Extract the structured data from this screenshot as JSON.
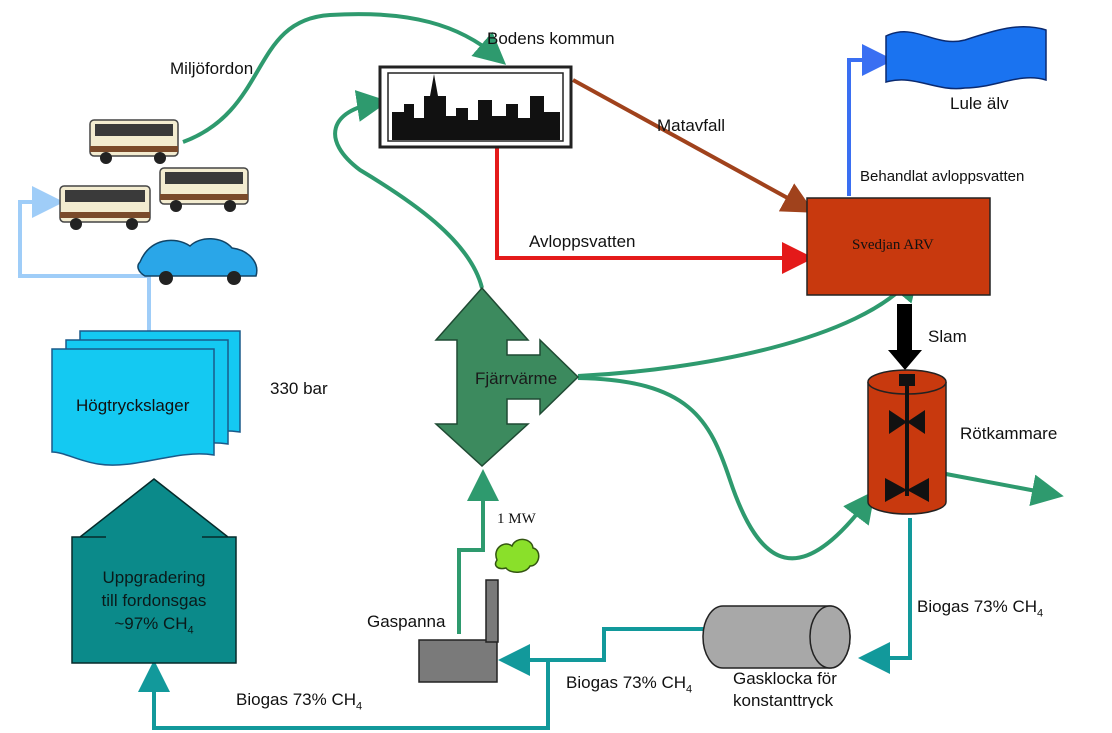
{
  "colors": {
    "green_arrow": "#2e9a6e",
    "teal_arrow": "#12999b",
    "red_arrow": "#e41a1a",
    "brown_arrow": "#a0421c",
    "blue_arrow": "#3a6ff2",
    "light_blue_arrow": "#9fcdf8",
    "svedjan_fill": "#c8390e",
    "upgrade_fill": "#0b8a8a",
    "storage_fill": "#14c9f2",
    "heat_fill": "#3c8a5e",
    "river_fill": "#1a73f0",
    "tank_fill": "#c8390e",
    "boiler_fill": "#7a7a7a",
    "smoke_fill": "#8ae02a"
  },
  "nodes": {
    "bodens_kommun": "Bodens kommun",
    "miljofordon": "Miljöfordon",
    "matavfall": "Matavfall",
    "lule_alv": "Lule älv",
    "behandlat": "Behandlat avloppsvatten",
    "svedjan": "Svedjan ARV",
    "avloppsvatten": "Avloppsvatten",
    "slam": "Slam",
    "fjarrvarme": "Fjärrvärme",
    "rotkammare": "Rötkammare",
    "hogtryckslager": "Högtryckslager",
    "bar_330": "330 bar",
    "uppgradering_line1": "Uppgradering",
    "uppgradering_line2": "till fordonsgas",
    "uppgradering_line3": "~97% CH",
    "uppgradering_sub": "4",
    "mw": "1 MW",
    "gaspanna": "Gaspanna",
    "gasklocka_line1": "Gasklocka för",
    "gasklocka_line2": "konstanttryck",
    "biogas_right": "Biogas 73% CH",
    "biogas_right_sub": "4",
    "biogas_mid": "Biogas 73% CH",
    "biogas_mid_sub": "4",
    "biogas_left": "Biogas 73% CH",
    "biogas_left_sub": "4"
  },
  "icons": {
    "city_sign": "city-skyline-sign-icon",
    "bus": "bus-icon",
    "car": "car-icon",
    "river": "river-flag-icon",
    "digester": "digester-tank-icon",
    "boiler": "boiler-chimney-icon",
    "gasholder": "gas-holder-cylinder-icon"
  }
}
